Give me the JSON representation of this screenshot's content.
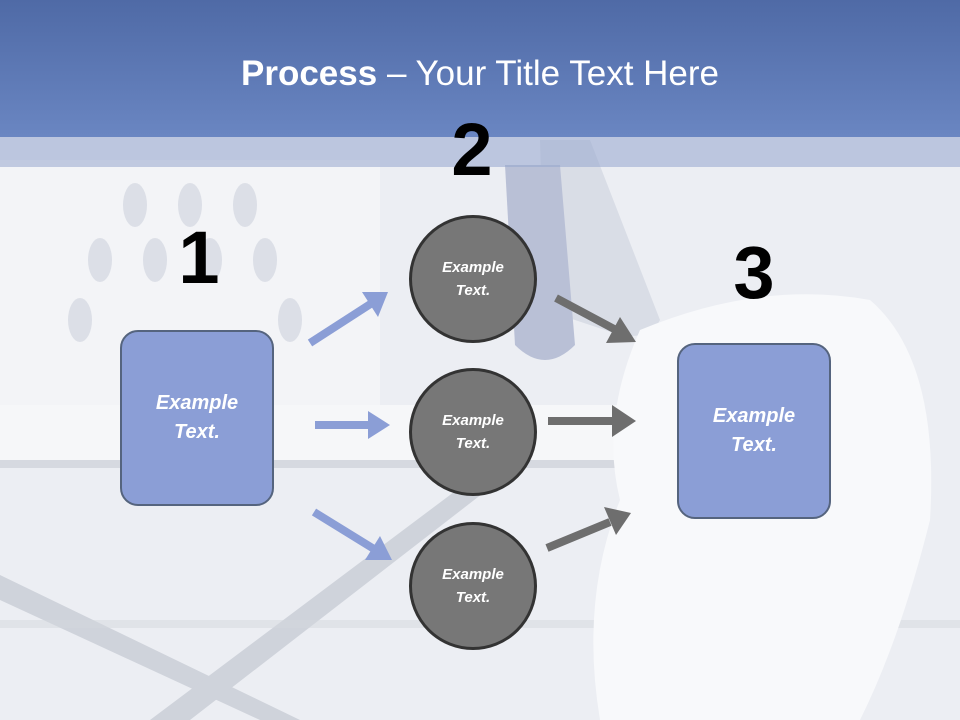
{
  "title": {
    "bold": "Process",
    "rest": " – Your Title Text Here"
  },
  "steps": [
    {
      "number": "1",
      "text": "Example Text."
    },
    {
      "number": "2",
      "text": "Example Text."
    },
    {
      "number": "3",
      "text": "Example Text."
    }
  ],
  "middle_circles": [
    {
      "text": "Example Text."
    },
    {
      "text": "Example Text."
    },
    {
      "text": "Example Text."
    }
  ],
  "colors": {
    "header": "#5a74b2",
    "box_fill": "#8b9ed6",
    "circle_fill": "#777777",
    "arrow_blue": "#8b9ed6",
    "arrow_gray": "#6e6e6e"
  }
}
